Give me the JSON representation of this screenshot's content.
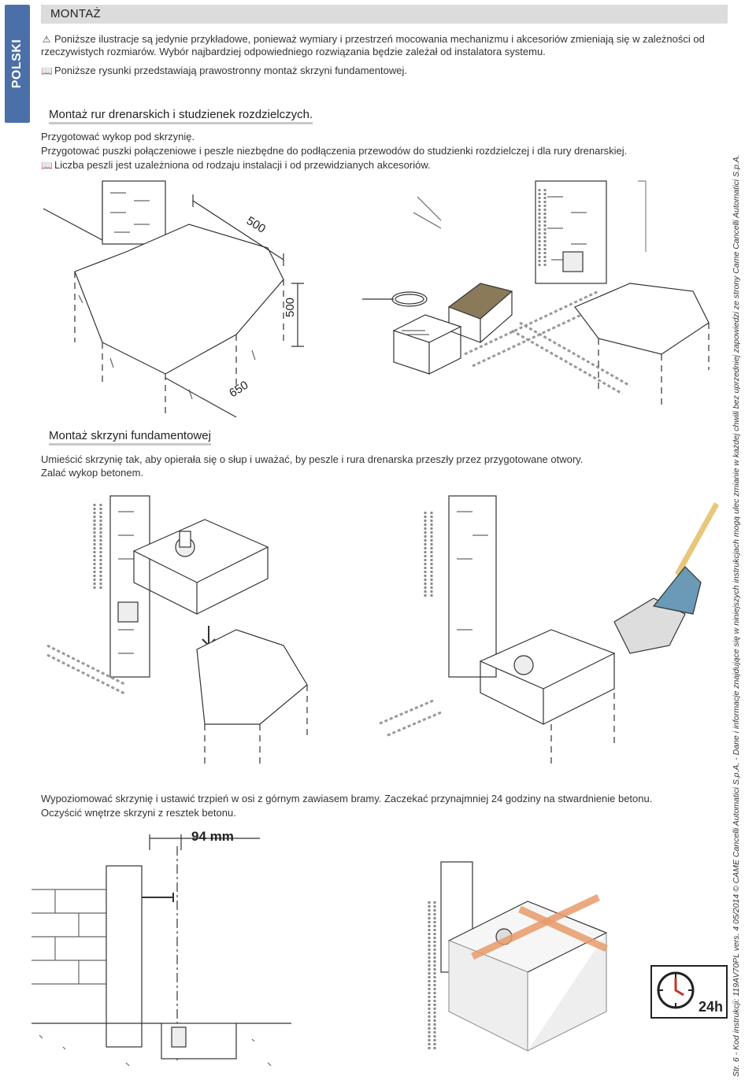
{
  "side_tab": "POLSKI",
  "header": {
    "title": "MONTAŻ"
  },
  "intro": {
    "warning_line1": "Poniższe ilustracje są jedynie przykładowe, ponieważ wymiary i przestrzeń mocowania mechanizmu i akcesoriów zmieniają się w zależności od",
    "warning_line2": "rzeczywistych rozmiarów. Wybór najbardziej odpowiedniego rozwiązania będzie zależał od instalatora systemu.",
    "note": "Poniższe rysunki przedstawiają prawostronny montaż skrzyni fundamentowej."
  },
  "section1": {
    "heading": "Montaż rur drenarskich i studzienek rozdzielczych.",
    "line1": "Przygotować wykop pod skrzynię.",
    "line2": "Przygotować puszki połączeniowe i peszle niezbędne do podłączenia przewodów do studzienki rozdzielczej i dla rury drenarskiej.",
    "note": "Liczba peszli jest uzależniona od rodzaju instalacji i od przewidzianych akcesoriów.",
    "dim_top": "500",
    "dim_side": "500",
    "dim_bottom": "650"
  },
  "section2": {
    "heading": "Montaż skrzyni fundamentowej",
    "line1": "Umieścić skrzynię tak, aby opierała się o słup i uważać, by peszle i rura drenarska przeszły przez przygotowane otwory.",
    "line2": "Zalać wykop betonem."
  },
  "section3": {
    "line1": "Wypoziomować skrzynię i ustawić trzpień w osi z górnym zawiasem bramy. Zaczekać przynajmniej 24 godziny na stwardnienie betonu.",
    "line2": "Oczyścić wnętrze skrzyni z resztek betonu.",
    "dim": "94 mm",
    "timer": "24h"
  },
  "footer_vertical": "Str. 6 - Kod instrukcji: 119AV70PL vers. 4  05/2014  © CAME Cancelli Automatici S.p.A. - Dane i informacje znajdujące się w niniejszych instrukcjach mogą ulec zmianie w każdej chwili bez uprzedniej zapowiedzi ze strony Came Cancelli Automatici S.p.A.",
  "colors": {
    "tab": "#4b6fa8",
    "header_bar": "#dcdcdc",
    "box_lid": "#8a7a5a",
    "spade_handle": "#e8c77a",
    "spade_blade": "#6a9ab5",
    "level_bar": "#e89a6a"
  },
  "icons": [
    "warning-icon",
    "book-icon",
    "clock-icon"
  ]
}
